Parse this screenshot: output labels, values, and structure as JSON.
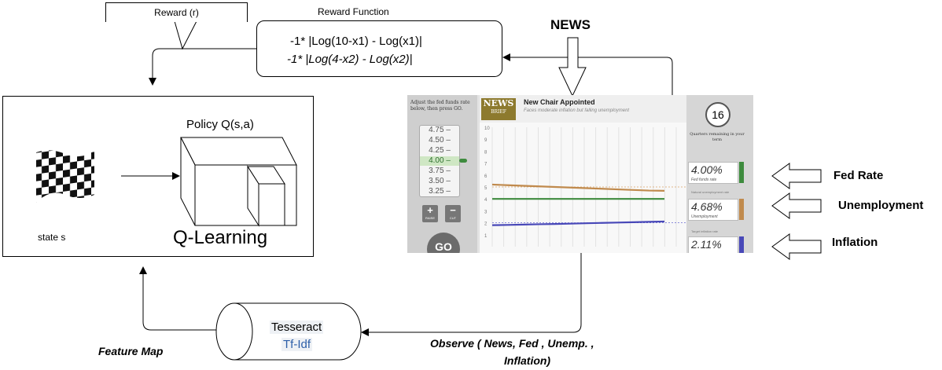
{
  "reward_label": "Reward (r)",
  "reward_function": {
    "title": "Reward Function",
    "line1": "-1* |Log(10-x1) - Log(x1)|",
    "line2": "-1* |Log(4-x2) - Log(x2)|"
  },
  "news_label": "NEWS",
  "policy_label": "Policy Q(s,a)",
  "state_label": "state  s",
  "qlearning_label": "Q-Learning",
  "tesseract": {
    "line1": "Tesseract",
    "line2": "Tf-Idf"
  },
  "feature_map_label": "Feature Map",
  "observe_label_1": "Observe ( News, Fed , Unemp. ,",
  "observe_label_2": "Inflation)",
  "indicators": {
    "fed_rate": "Fed Rate",
    "unemployment": "Unemployment",
    "inflation": "Inflation"
  },
  "simulator": {
    "instructions": "Adjust the fed funds rate below, then press GO.",
    "dial_values": [
      "4.75 –",
      "4.50 –",
      "4.25 –",
      "4.00 –",
      "3.75 –",
      "3.50 –",
      "3.25 –"
    ],
    "raise": "RAISE",
    "cut": "CUT",
    "go": "GO",
    "news_logo_top": "NEWS",
    "news_logo_bottom": "BRIEF",
    "headline": "New Chair Appointed",
    "subheadline": "Faces moderate inflation but falling unemployment",
    "quarters_remaining": "16",
    "quarters_caption": "Quarters remaining in your term",
    "fed_rate_value": "4.00%",
    "fed_rate_caption": "Fed funds rate",
    "unemployment_value": "4.68%",
    "unemployment_caption": "Unemployment",
    "inflation_value": "2.11%",
    "natural_unemployment_note": "Natural unemployment rate",
    "target_inflation_note": "Target inflation rate",
    "colors": {
      "fed": "#3e8b3e",
      "unemployment": "#c08a4d",
      "inflation": "#4848b8"
    }
  },
  "chart_data": {
    "type": "line",
    "ylim": [
      0,
      10
    ],
    "yticks": [
      1,
      2,
      3,
      4,
      5,
      6,
      7,
      8,
      9,
      10
    ],
    "series": [
      {
        "name": "Unemployment",
        "values": [
          5.2,
          5.15,
          5.1,
          5.05,
          5.0,
          4.95,
          4.9,
          4.85,
          4.8,
          4.75,
          4.7,
          4.68
        ]
      },
      {
        "name": "Fed funds rate",
        "values": [
          4.0,
          4.0,
          4.0,
          4.0,
          4.0,
          4.0,
          4.0,
          4.0,
          4.0,
          4.0,
          4.0,
          4.0
        ]
      },
      {
        "name": "Inflation",
        "values": [
          1.8,
          1.82,
          1.85,
          1.88,
          1.9,
          1.93,
          1.96,
          1.99,
          2.02,
          2.05,
          2.08,
          2.11
        ]
      }
    ]
  }
}
